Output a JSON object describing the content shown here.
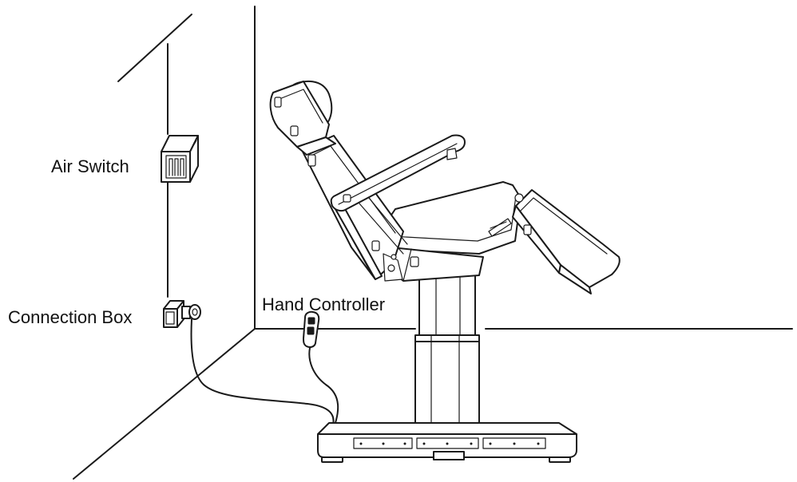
{
  "labels": {
    "air_switch": "Air Switch",
    "connection_box": "Connection Box",
    "hand_controller": "Hand Controller"
  },
  "colors": {
    "line": "#1a1a1a",
    "background": "#ffffff"
  }
}
